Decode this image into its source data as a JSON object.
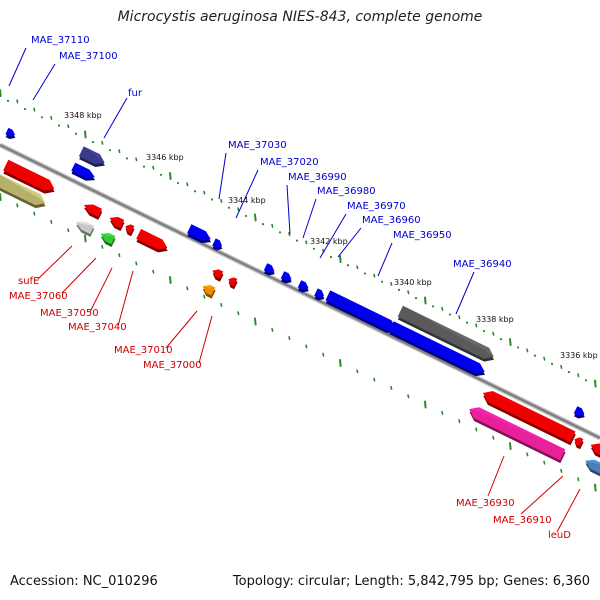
{
  "title": "Microcystis aeruginosa NIES-843, complete genome",
  "accession": "Accession: NC_010296",
  "summary": "Topology: circular; Length: 5,842,795 bp; Genes: 6,360",
  "colors": {
    "blue_gene": "#0000ee",
    "red_gene": "#ee0000",
    "navy_gene": "#3a3a8c",
    "olive_gene": "#b5b06a",
    "gray_gene": "#c8c8c8",
    "green_gene": "#33cc33",
    "orange_gene": "#f08a00",
    "dark_gray_gene": "#5a5a5a",
    "magenta_gene": "#e8209a",
    "steel_gene": "#4a7fb8",
    "backbone": "#808080",
    "tick": "#2a8a2a",
    "label_blue": "#0000cc",
    "label_red": "#cc0000"
  },
  "ticks": [
    "3348 kbp",
    "3346 kbp",
    "3344 kbp",
    "3342 kbp",
    "3340 kbp",
    "3338 kbp",
    "3336 kbp"
  ],
  "labels_top": [
    "MAE_37110",
    "MAE_37100",
    "fur",
    "MAE_37030",
    "MAE_37020",
    "MAE_36990",
    "MAE_36980",
    "MAE_36970",
    "MAE_36960",
    "MAE_36950",
    "MAE_36940"
  ],
  "labels_bottom": [
    "sufE",
    "MAE_37060",
    "MAE_37050",
    "MAE_37040",
    "MAE_37010",
    "MAE_37000",
    "MAE_36930",
    "MAE_36910",
    "leuD"
  ]
}
